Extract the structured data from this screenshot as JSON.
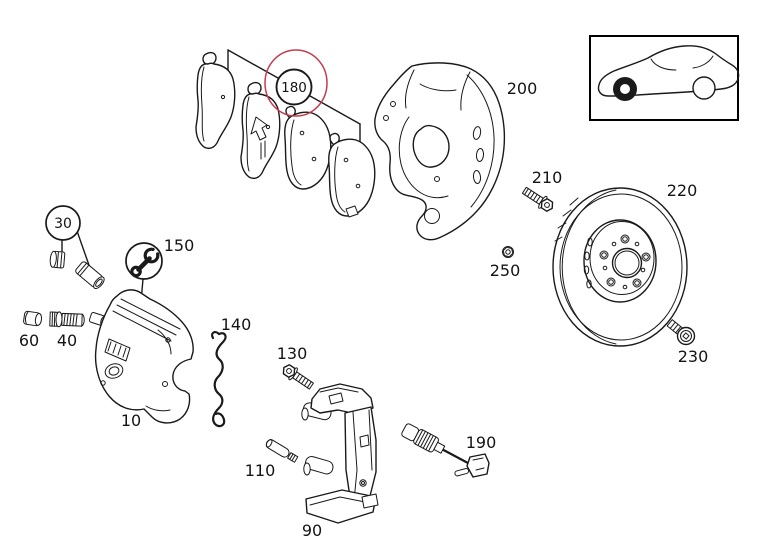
{
  "colors": {
    "line": "#1a1a1a",
    "highlight": "#c43b4e",
    "background": "#ffffff",
    "locator_box_border": "#000000"
  },
  "icons": {
    "tool_circle": "wrench-icon",
    "vehicle_locator": "car-side-silhouette-front-wheel-highlighted"
  },
  "callouts": {
    "caliper": "10",
    "bleed_plug_bushing_set": "30",
    "guide_bolt": "40",
    "cap": "60",
    "carrier": "90",
    "pad_pin": "110",
    "carrier_bolt": "130",
    "retaining_spring": "140",
    "tool_set": "150",
    "brake_pad_set": "180",
    "wear_sensor": "190",
    "cover_plate": "200",
    "cover_plate_bolt": "210",
    "brake_disc": "220",
    "disc_set_screw": "230",
    "nut": "250"
  }
}
